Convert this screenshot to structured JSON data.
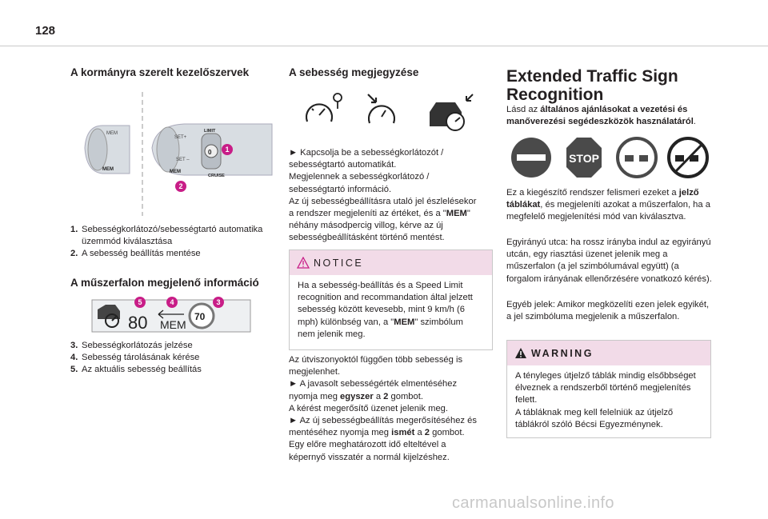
{
  "page_number": "128",
  "col1": {
    "heading": "A kormányra szerelt kezelőszervek",
    "illustration_marks": {
      "m1": "1",
      "m2": "2",
      "mem_left": "MEM",
      "set_plus": "SET+",
      "set_minus": "SET –",
      "mem_right": "MEM",
      "limit": "LIMIT",
      "cruise": "CRUISE",
      "zero": "0"
    },
    "list1": [
      {
        "num": "1.",
        "text": "Sebességkorlátozó/sebességtartó automatika üzemmód kiválasztása"
      },
      {
        "num": "2.",
        "text": "A sebesség beállítás mentése"
      }
    ],
    "heading2": "A műszerfalon megjelenő információ",
    "display": {
      "speed": "80",
      "mem": "MEM",
      "sign": "70",
      "m5": "5",
      "m4": "4",
      "m3": "3"
    },
    "list2": [
      {
        "num": "3.",
        "text": "Sebességkorlátozás jelzése"
      },
      {
        "num": "4.",
        "text": "Sebesség tárolásának kérése"
      },
      {
        "num": "5.",
        "text": "Az aktuális sebesség beállítás"
      }
    ]
  },
  "col2": {
    "heading": "A sebesség megjegyzése",
    "p1_l1": "► Kapcsolja be a sebességkorlátozót /",
    "p1_l2": "sebességtartó automatikát.",
    "p1_l3": "Megjelennek a sebességkorlátozó /",
    "p1_l4": "sebességtartó információ.",
    "p1_l5": "Az új sebességbeállításra utaló jel észlelésekor",
    "p1_l6": "a rendszer megjeleníti az értéket, és a \"",
    "p1_l6_bold": "MEM",
    "p1_l6_end": "\"",
    "p1_l7": "néhány másodpercig villog, kérve az új",
    "p1_l8": "sebességbeállításként történő mentést.",
    "notice_label": "NOTICE",
    "notice_l1": "Ha a sebesség-beállítás és a Speed Limit",
    "notice_l2": "recognition and recommandation által jelzett",
    "notice_l3": "sebesség között kevesebb, mint 9 km/h (6",
    "notice_l4": "mph) különbség van, a \"",
    "notice_l4_bold": "MEM",
    "notice_l4_end": "\" szimbólum",
    "notice_l5": "nem jelenik meg.",
    "p2_l1": "Az útviszonyoktól függően több sebesség is",
    "p2_l2": "megjelenhet.",
    "p2_l3": "► A javasolt sebességérték elmentéséhez",
    "p2_l4a": "nyomja meg ",
    "p2_l4b": "egyszer",
    "p2_l4c": " a ",
    "p2_l4d": "2",
    "p2_l4e": " gombot.",
    "p2_l5": "A kérést megerősítő üzenet jelenik meg.",
    "p2_l6": "► Az új sebességbeállítás megerősítéséhez és",
    "p2_l7a": "mentéséhez nyomja meg ",
    "p2_l7b": "ismét",
    "p2_l7c": " a ",
    "p2_l7d": "2",
    "p2_l7e": " gombot.",
    "p2_l8": "Egy előre meghatározott idő elteltével a",
    "p2_l9": "képernyő visszatér a normál kijelzéshez."
  },
  "col3": {
    "title_l1": "Extended Traffic Sign",
    "title_l2": "Recognition",
    "intro_a": "Lásd az ",
    "intro_b": "általános ajánlásokat a vezetési és manőverezési segédeszközök használatáról",
    "intro_c": ".",
    "stop_text": "STOP",
    "p_a": "Ez a kiegészítő rendszer felismeri ezeket a ",
    "p_b": "jelző táblákat",
    "p_c": ", és megjeleníti azokat a műszerfalon, ha a megfelelő megjelenítési mód van kiválasztva.",
    "p2": "Egyirányú utca: ha rossz irányba indul az egyirányú utcán, egy riasztási üzenet jelenik meg a műszerfalon (a jel szimbólumával együtt) (a forgalom irányának ellenőrzésére vonatkozó kérés).",
    "p3": "Egyéb jelek: Amikor megközelíti ezen jelek egyikét, a jel szimbóluma megjelenik a műszerfalon.",
    "warning_label": "WARNING",
    "warning_text": "A tényleges útjelző táblák mindig elsőbbséget élveznek a rendszerből történő megjelenítés felett.",
    "warning_text2": "A tábláknak meg kell felelniük az útjelző táblákról szóló Bécsi Egyezménynek."
  },
  "watermark": "carmanualsonline.info",
  "colors": {
    "accent": "#c81d87",
    "box_header": "#f2dbe8",
    "sign_red": "#c91d2c"
  }
}
